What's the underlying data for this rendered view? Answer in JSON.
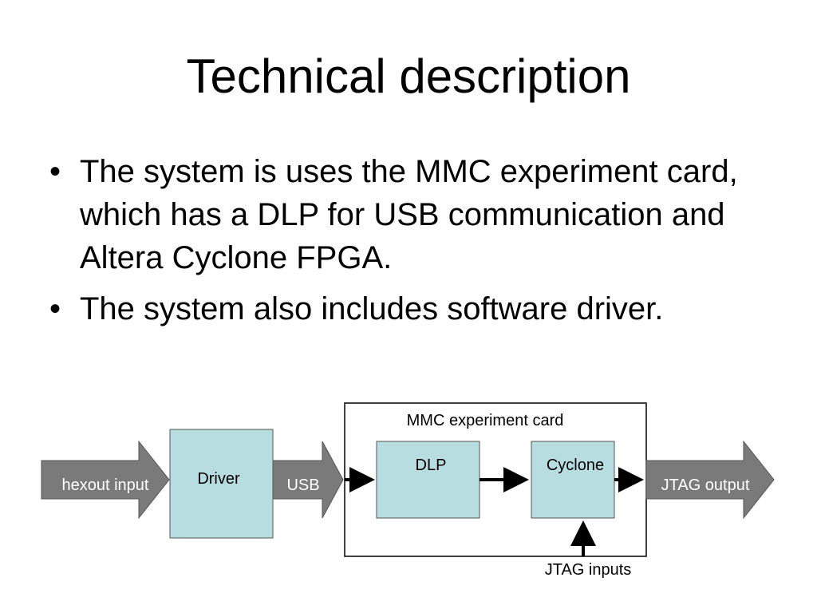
{
  "slide": {
    "title": "Technical description",
    "bullets": [
      {
        "text": "The system is uses the MMC experiment card, which has a DLP for USB communication and Altera Cyclone FPGA."
      },
      {
        "text": "The system also includes software driver."
      }
    ]
  },
  "diagram": {
    "container_label": "MMC experiment card",
    "blocks": {
      "driver": "Driver",
      "dlp": "DLP",
      "cyclone": "Cyclone"
    },
    "arrows": {
      "hexout_input": "hexout input",
      "usb": "USB",
      "jtag_output": "JTAG output",
      "jtag_inputs": "JTAG inputs"
    },
    "colors": {
      "block_fill": "#b8dde0",
      "gray_arrow_fill": "#7a7a7a",
      "gray_arrow_text": "#ffffff",
      "line": "#000000"
    }
  }
}
